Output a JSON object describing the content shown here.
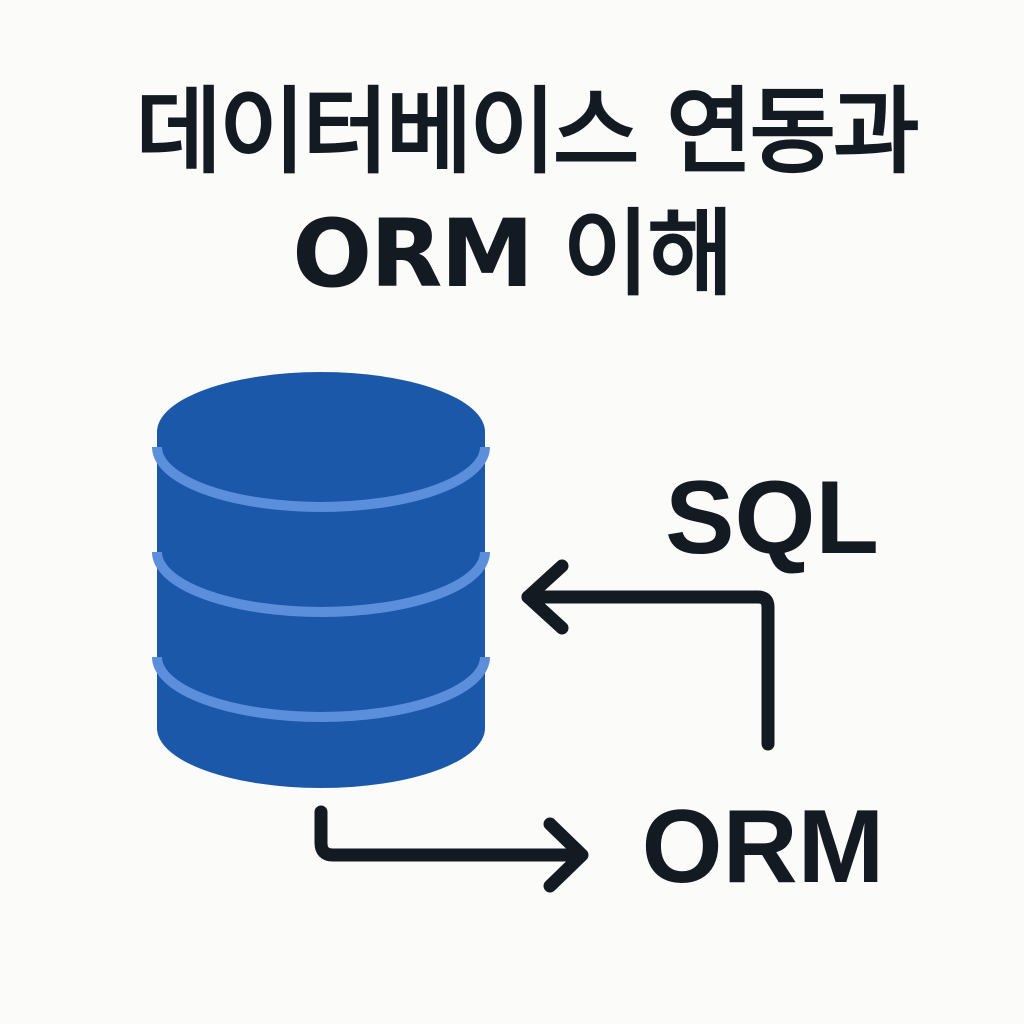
{
  "title": {
    "line1": "데이터베이스 연동과",
    "line2": "ORM 이해"
  },
  "diagram": {
    "sql_label": "SQL",
    "orm_label": "ORM",
    "database_icon": "database-cylinder-icon",
    "colors": {
      "cylinder": "#1b58a9",
      "cylinder_band": "#5b8fdb",
      "arrow": "#131a22",
      "text": "#131a22",
      "background": "#fbfbf9"
    }
  }
}
